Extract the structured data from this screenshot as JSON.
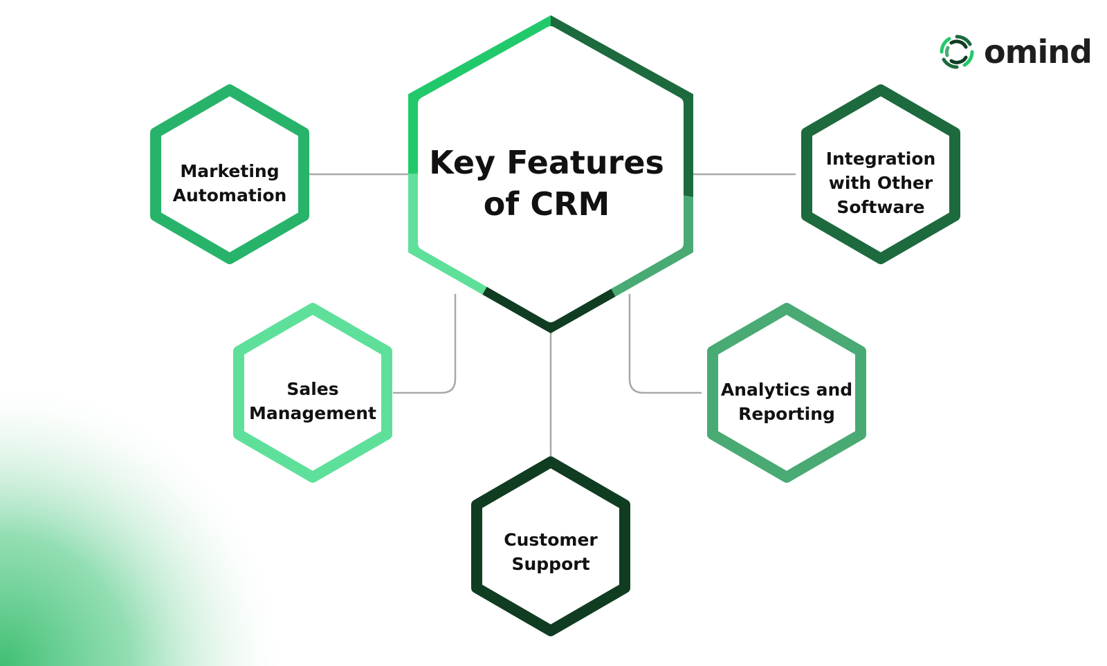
{
  "diagram": {
    "center": {
      "lines": [
        "Key Features",
        "of CRM"
      ]
    },
    "features": [
      {
        "id": "marketing",
        "lines": [
          "Marketing",
          "Automation"
        ],
        "ring_color": "#27b46a"
      },
      {
        "id": "integration",
        "lines": [
          "Integration",
          "with Other",
          "Software"
        ],
        "ring_color": "#1c6a3d"
      },
      {
        "id": "sales",
        "lines": [
          "Sales",
          "Management"
        ],
        "ring_color": "#5fe09a"
      },
      {
        "id": "analytics",
        "lines": [
          "Analytics and",
          "Reporting"
        ],
        "ring_color": "#4aaa74"
      },
      {
        "id": "support",
        "lines": [
          "Customer",
          "Support"
        ],
        "ring_color": "#103c22"
      }
    ]
  },
  "logo": {
    "text": "omind",
    "color": "#1e1e1e",
    "icon": "omind-swirl-logo-icon"
  },
  "colors": {
    "connector": "#a8a8a8",
    "center_ring": [
      "#22c96b",
      "#1c6a3d",
      "#5fe09a",
      "#4aaa74",
      "#103c22"
    ],
    "corner_glow": "#49c47a"
  }
}
